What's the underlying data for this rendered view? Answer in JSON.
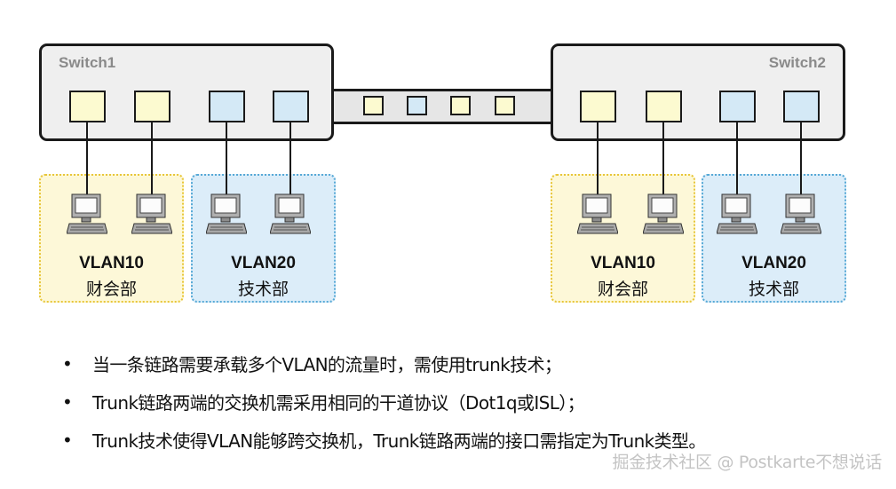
{
  "switches": [
    {
      "label": "Switch1"
    },
    {
      "label": "Switch2"
    }
  ],
  "vlan_groups": [
    {
      "name": "VLAN10",
      "dept": "财会部",
      "color": "#fdf8d8"
    },
    {
      "name": "VLAN20",
      "dept": "技术部",
      "color": "#dcedf9"
    },
    {
      "name": "VLAN10",
      "dept": "财会部",
      "color": "#fdf8d8"
    },
    {
      "name": "VLAN20",
      "dept": "技术部",
      "color": "#dcedf9"
    }
  ],
  "bullets": [
    "当一条链路需要承载多个VLAN的流量时，需使用trunk技术；",
    "Trunk链路两端的交换机需采用相同的干道协议（Dot1q或ISL）；",
    "Trunk技术使得VLAN能够跨交换机，Trunk链路两端的接口需指定为Trunk类型。"
  ],
  "bullet_symbol": "•",
  "watermark": "掘金技术社区 @ Postkarte不想说话",
  "colors": {
    "vlan10_port": "#fcfad0",
    "vlan20_port": "#d4e9f6",
    "vlan10_border": "#e8c63a",
    "vlan20_border": "#57a9d6"
  }
}
